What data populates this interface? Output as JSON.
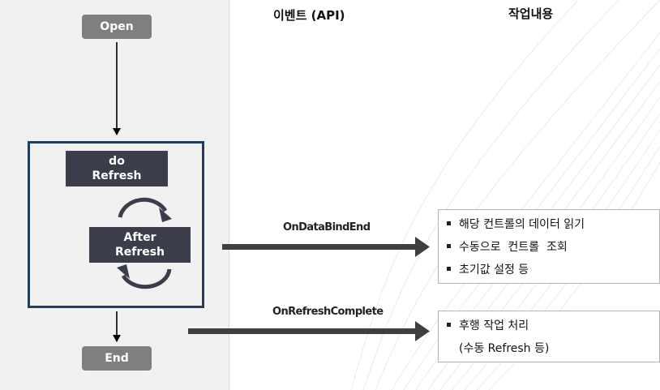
{
  "headers": {
    "event": "이벤트 (API)",
    "task": "작업내용"
  },
  "flow": {
    "open": "Open",
    "do_refresh": [
      "do",
      "Refresh"
    ],
    "after_refresh": [
      "After",
      "Refresh"
    ],
    "end": "End"
  },
  "events": [
    {
      "name": "OnDataBindEnd",
      "tasks": [
        "해당 컨트롤의 데이터 읽기",
        "수동으로  컨트롤  조회",
        "초기값 설정 등"
      ]
    },
    {
      "name": "OnRefreshComplete",
      "tasks": [
        "후행 작업 처리",
        "(수동 Refresh 등)"
      ]
    }
  ],
  "colors": {
    "pill": "#7f7f7f",
    "dark_box": "#3b3d4b",
    "frame": "#1f3d5c",
    "arrow": "#3f3f3f"
  }
}
